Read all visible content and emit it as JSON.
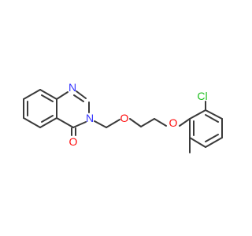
{
  "molecule": {
    "atoms": {
      "n1": "N",
      "n3": "N",
      "o4": "O",
      "o_ether": "O",
      "o_aryl": "O",
      "cl": "Cl"
    },
    "colors": {
      "bond": "#3a3a3a",
      "nitrogen": "#3333ff",
      "oxygen": "#ff0d0d",
      "chlorine": "#1fbf1f"
    }
  }
}
